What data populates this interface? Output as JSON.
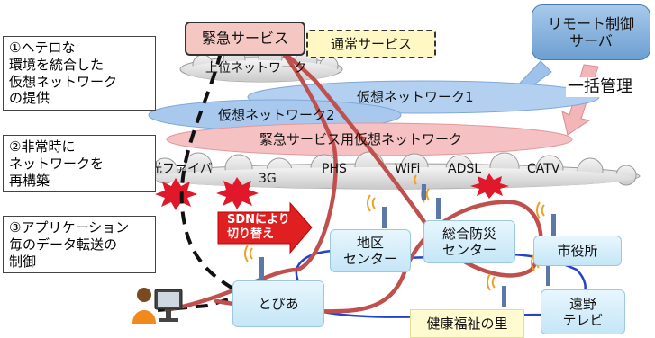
{
  "services": {
    "emergency": "緊急サービス",
    "normal": "通常サービス"
  },
  "remote": {
    "controller": "リモート制御\nサーバ",
    "bulk_management": "一括管理"
  },
  "networks": {
    "upper": "上位ネットワーク",
    "virtual1": "仮想ネットワーク1",
    "virtual2": "仮想ネットワーク2",
    "emergency_virtual": "緊急サービス用仮想ネットワーク"
  },
  "access": [
    "光ファイバ",
    "3G",
    "PHS",
    "WiFi",
    "ADSL",
    "CATV"
  ],
  "callouts": [
    "①ヘテロな\n環境を統合した\n仮想ネットワーク\nの提供",
    "②非常時に\nネットワークを\n再構築",
    "③アプリケーション\n毎のデータ転送の\n制御"
  ],
  "sdn_arrow": "SDNにより\n切り替え",
  "nodes": {
    "district": "地区\nセンター",
    "disaster": "総合防災\nセンター",
    "city_hall": "市役所",
    "topia": "とぴあ",
    "tono_tv": "遠野\nテレビ",
    "health": "健康福祉の里"
  },
  "colors": {
    "emergency_path": "#c0504d",
    "emergency_box": "#f4c7c3",
    "normal_box": "#fff8c4",
    "virtual_net": "#9fc2ec",
    "emergency_net": "#f2b6b8",
    "remote_box": "#7eaedb",
    "sdn_arrow": "#e02020",
    "node": "#c4e6f7",
    "health_box": "#fffbd0",
    "ring": "#2244cc"
  }
}
